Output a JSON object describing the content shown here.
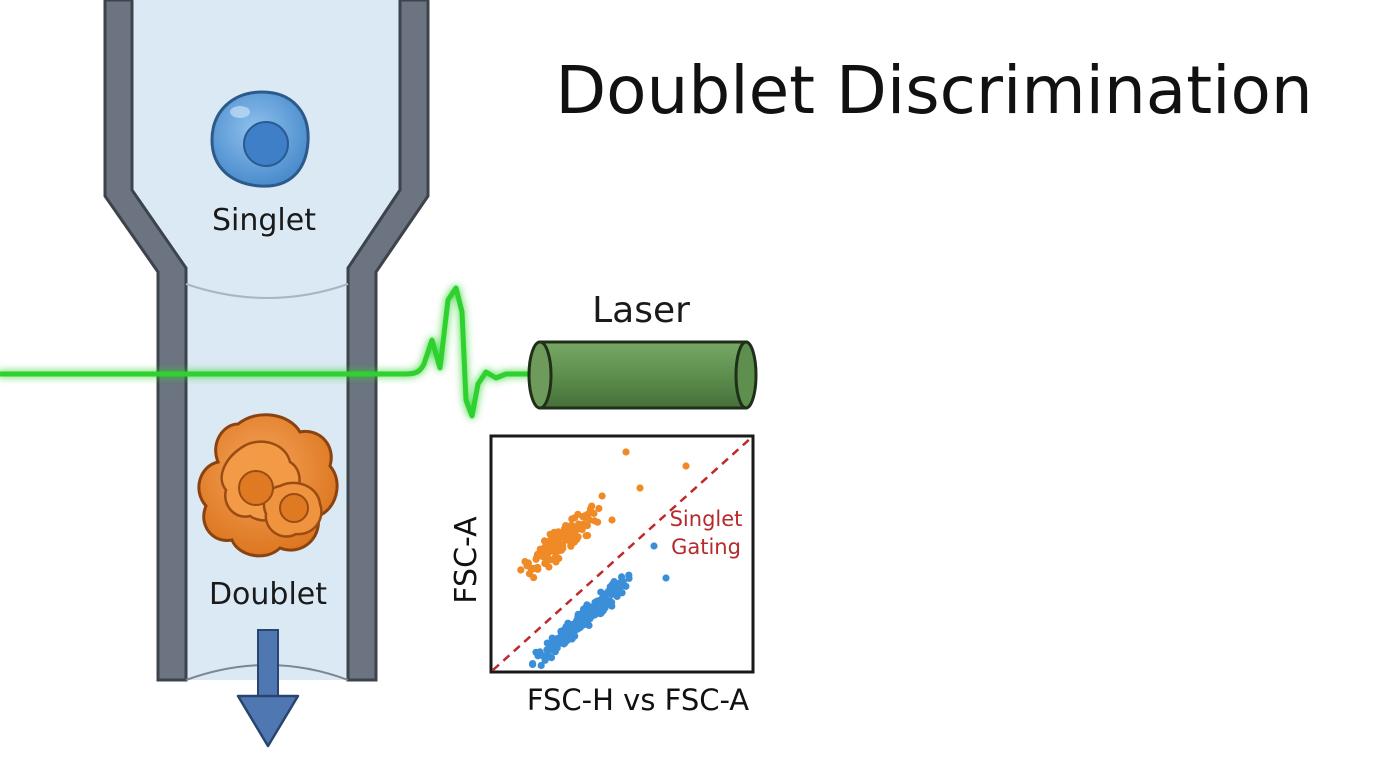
{
  "title": "Doublet Discrimination",
  "labels": {
    "singlet": "Singlet",
    "doublet": "Doublet",
    "laser": "Laser"
  },
  "plot": {
    "ylabel": "FSC-A",
    "caption": "FSC-H vs FSC-A",
    "gate_line1": "Singlet",
    "gate_line2": "Gating"
  },
  "colors": {
    "tube_wall": "#5b6470",
    "tube_fill": "#dbe9f4",
    "laser_beam": "#2fd12f",
    "laser_body": "#5e8f4e",
    "singlet_cell": "#5b9bd8",
    "doublet_cell": "#e88a3a",
    "doublet_points": "#f08a26",
    "singlet_points": "#3b8fd9",
    "gate_line": "#c0282a",
    "flow_arrow": "#4f78b3"
  }
}
